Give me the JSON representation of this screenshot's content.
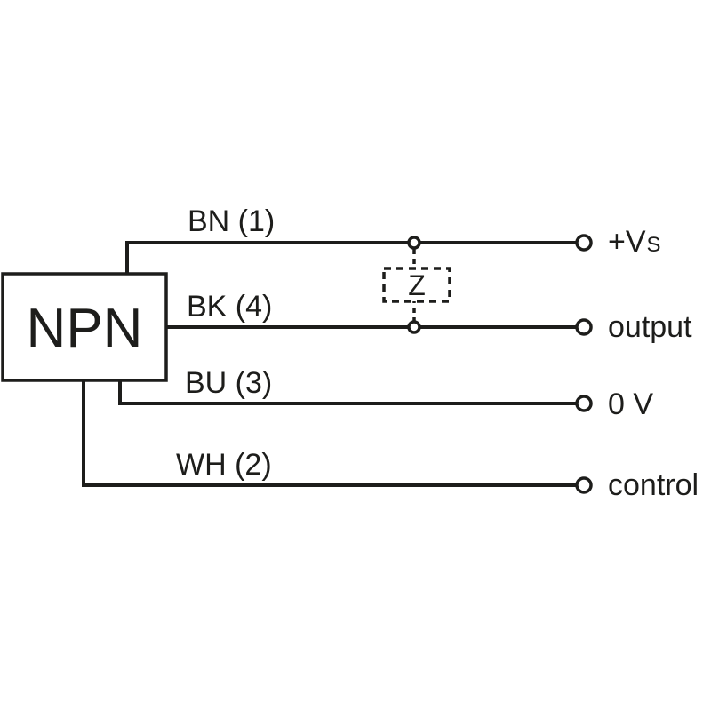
{
  "diagram": {
    "device_label": "NPN",
    "impedance_label": "Z",
    "wires": [
      {
        "name": "BN (1)",
        "pin": "1",
        "color_code": "BN",
        "terminal": "+Vs"
      },
      {
        "name": "BK (4)",
        "pin": "4",
        "color_code": "BK",
        "terminal": "output"
      },
      {
        "name": "BU (3)",
        "pin": "3",
        "color_code": "BU",
        "terminal": "0 V"
      },
      {
        "name": "WH (2)",
        "pin": "2",
        "color_code": "WH",
        "terminal": "control"
      }
    ],
    "terminal_vs": {
      "main": "+V",
      "sub": "S"
    },
    "colors": {
      "ink": "#1d1d1b",
      "background": "#ffffff"
    }
  }
}
